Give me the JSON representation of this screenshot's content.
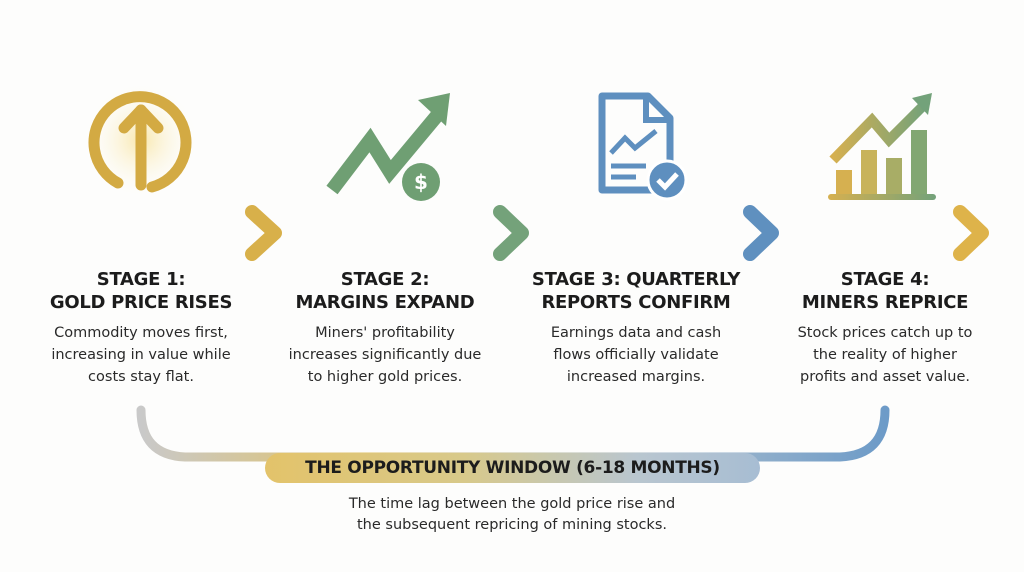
{
  "stages": [
    {
      "title_line1": "STAGE 1:",
      "title_line2": "GOLD PRICE RISES",
      "desc": [
        "Commodity moves first,",
        "increasing in value while",
        "costs stay flat."
      ],
      "icon": "circle-up-arrow-icon",
      "color": "#d9b24a"
    },
    {
      "title_line1": "STAGE 2:",
      "title_line2": "MARGINS EXPAND",
      "desc": [
        "Miners' profitability",
        "increases significantly due",
        "to higher gold prices."
      ],
      "icon": "trend-up-dollar-icon",
      "color": "#6f9f73"
    },
    {
      "title_line1": "STAGE 3: QUARTERLY",
      "title_line2": "REPORTS CONFIRM",
      "desc": [
        "Earnings data and cash",
        "flows officially validate",
        "increased margins."
      ],
      "icon": "report-check-icon",
      "color": "#5e8fbf"
    },
    {
      "title_line1": "STAGE 4:",
      "title_line2": "MINERS REPRICE",
      "desc": [
        "Stock prices catch up to",
        "the reality of higher",
        "profits and asset value."
      ],
      "icon": "bar-chart-growth-icon",
      "color": "#d6b050"
    }
  ],
  "window": {
    "title": "THE OPPORTUNITY WINDOW (6-18 MONTHS)",
    "desc": [
      "The time lag between the gold price rise and",
      "the subsequent repricing of mining stocks."
    ]
  }
}
